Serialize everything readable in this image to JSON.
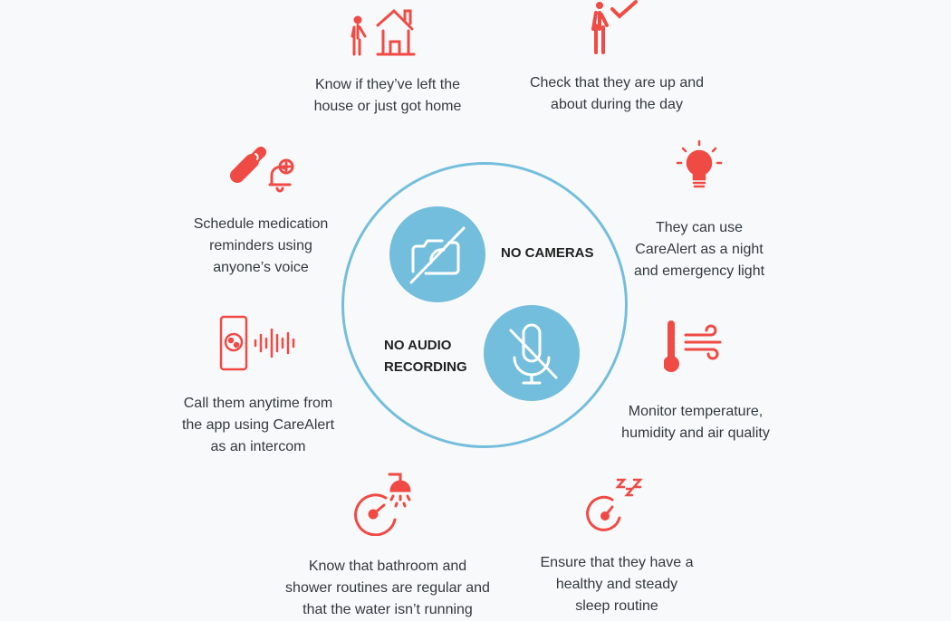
{
  "colors": {
    "accent": "#f04a45",
    "privacy": "#74bedd",
    "text": "#333a3f",
    "background": "#f8f9fa"
  },
  "center": {
    "no_cameras": "NO CAMERAS",
    "no_audio_line1": "NO AUDIO",
    "no_audio_line2": "RECORDING"
  },
  "features": [
    {
      "icon": "person-house-icon",
      "lines": [
        "Know if they’ve left the",
        "house or just got home"
      ]
    },
    {
      "icon": "person-check-icon",
      "lines": [
        "Check that they are up and",
        "about during the day"
      ]
    },
    {
      "icon": "pill-bell-icon",
      "lines": [
        "Schedule medication",
        "reminders using",
        "anyone’s voice"
      ]
    },
    {
      "icon": "lightbulb-icon",
      "lines": [
        "They can use",
        "CareAlert as a night",
        "and emergency light"
      ]
    },
    {
      "icon": "intercom-icon",
      "lines": [
        "Call them anytime from",
        "the app using CareAlert",
        "as an intercom"
      ]
    },
    {
      "icon": "thermometer-wind-icon",
      "lines": [
        "Monitor temperature,",
        "humidity and air quality"
      ]
    },
    {
      "icon": "shower-timer-icon",
      "lines": [
        "Know that bathroom and",
        "shower routines are regular and",
        "that the water isn’t running"
      ]
    },
    {
      "icon": "sleep-timer-icon",
      "lines": [
        "Ensure that they have a",
        "healthy and steady",
        "sleep routine"
      ]
    }
  ]
}
